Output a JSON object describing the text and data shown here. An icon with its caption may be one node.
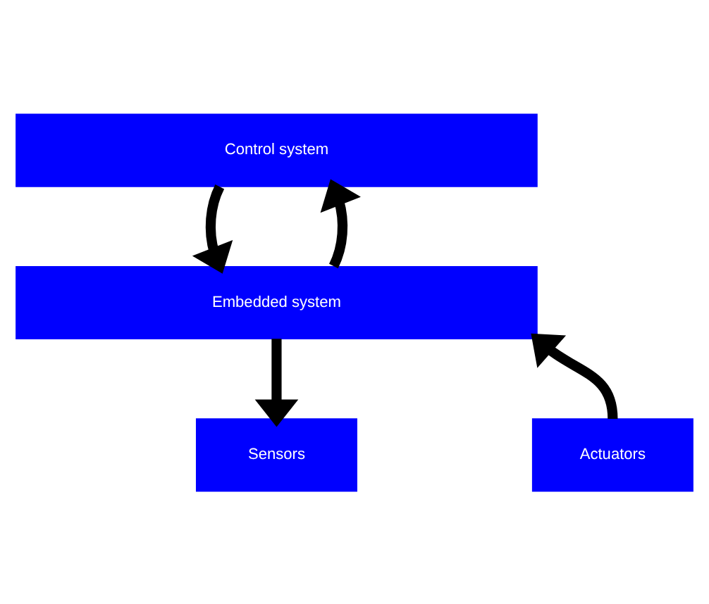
{
  "diagram": {
    "nodes": [
      {
        "text": [
          "Control system"
        ]
      },
      {
        "text": [
          "Embedded system"
        ]
      },
      {
        "text": [
          "Sensors"
        ]
      },
      {
        "text": [
          "Actuators"
        ]
      }
    ],
    "edges": [
      {
        "from": 0,
        "to": 1,
        "arrow": "to"
      },
      {
        "from": 1,
        "to": 0,
        "arrow": "to"
      },
      {
        "from": 1,
        "to": 2,
        "arrow": "to"
      },
      {
        "from": 3,
        "to": 1,
        "arrow": "to"
      }
    ]
  }
}
